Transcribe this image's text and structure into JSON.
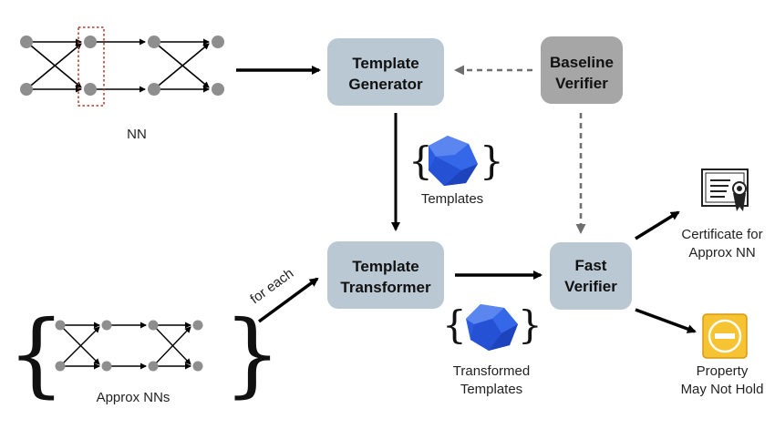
{
  "colors": {
    "box_fill": "#b9c8d3",
    "baseline_fill": "#a6a6a6",
    "neuron": "#8e8e8e",
    "arrow": "#000000",
    "dashed_arrow": "#6f6f6f",
    "highlight": "#b23a2b",
    "polyhedron": "#2f62e6",
    "warning": "#f6c332"
  },
  "nodes": {
    "template_generator": {
      "line1": "Template",
      "line2": "Generator"
    },
    "baseline_verifier": {
      "line1": "Baseline",
      "line2": "Verifier"
    },
    "template_transformer": {
      "line1": "Template",
      "line2": "Transformer"
    },
    "fast_verifier": {
      "line1": "Fast",
      "line2": "Verifier"
    }
  },
  "labels": {
    "nn": "NN",
    "templates": "Templates",
    "for_each": "for each",
    "approx_nns": "Approx NNs",
    "transformed_line1": "Transformed",
    "transformed_line2": "Templates",
    "certificate_line1": "Certificate for",
    "certificate_line2": "Approx NN",
    "property_line1": "Property",
    "property_line2": "May Not Hold"
  },
  "icons": {
    "certificate": "certificate-icon",
    "warning": "no-entry-icon",
    "polyhedron": "polyhedron-icon"
  }
}
